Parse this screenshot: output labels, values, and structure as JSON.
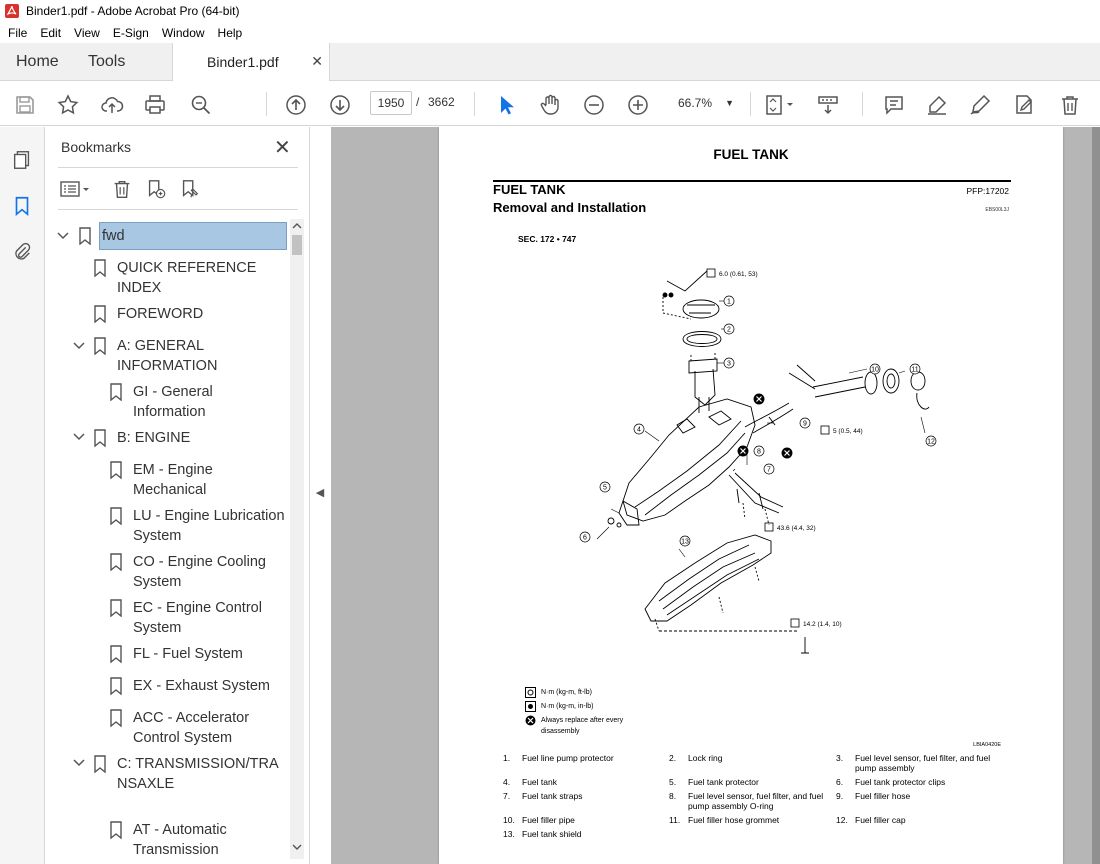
{
  "window": {
    "title": "Binder1.pdf - Adobe Acrobat Pro (64-bit)"
  },
  "menu": [
    "File",
    "Edit",
    "View",
    "E-Sign",
    "Window",
    "Help"
  ],
  "tabs": {
    "home": "Home",
    "tools": "Tools",
    "doc": "Binder1.pdf"
  },
  "toolbar": {
    "page_current": "1950",
    "page_sep": "/",
    "page_total": "3662",
    "zoom": "66.7%"
  },
  "bookmarks": {
    "title": "Bookmarks",
    "items": [
      {
        "label": "fwd",
        "level": 0,
        "expanded": true,
        "selected": true
      },
      {
        "label": "QUICK REFERENCE INDEX",
        "level": 1
      },
      {
        "label": "FOREWORD",
        "level": 1
      },
      {
        "label": "A: GENERAL INFORMATION",
        "level": 1,
        "expanded": true
      },
      {
        "label": "GI - General Information",
        "level": 2
      },
      {
        "label": "B: ENGINE",
        "level": 1,
        "expanded": true
      },
      {
        "label": "EM - Engine Mechanical",
        "level": 2
      },
      {
        "label": "LU - Engine Lubrication System",
        "level": 2
      },
      {
        "label": "CO - Engine Cooling System",
        "level": 2
      },
      {
        "label": "EC - Engine Control System",
        "level": 2
      },
      {
        "label": "FL - Fuel System",
        "level": 2
      },
      {
        "label": "EX - Exhaust System",
        "level": 2
      },
      {
        "label": "ACC - Accelerator Control System",
        "level": 2
      },
      {
        "label": "C: TRANSMISSION/TRANSAXLE",
        "level": 1,
        "expanded": true
      },
      {
        "label": "AT - Automatic Transmission",
        "level": 2
      }
    ]
  },
  "document": {
    "header": "FUEL TANK",
    "section_title": "FUEL TANK",
    "subtitle": "Removal and Installation",
    "pfp": "PFP:17202",
    "code": "EBS00L3J",
    "sec": "SEC. 172 • 747",
    "diagram_code": "LBIA0420E",
    "torque_labels": [
      "6.0 (0.61, 53)",
      "5 (0.5, 44)",
      "43.6 (4.4, 32)",
      "14.2 (1.4, 10)"
    ],
    "callouts": [
      "1",
      "2",
      "3",
      "4",
      "5",
      "6",
      "7",
      "8",
      "9",
      "10",
      "11",
      "12",
      "13"
    ],
    "legend": [
      "N·m (kg-m, ft-lb)",
      "N·m (kg-m, in-lb)",
      "Always replace after every disassembly"
    ],
    "parts": [
      {
        "num": "1.",
        "name": "Fuel line pump protector"
      },
      {
        "num": "2.",
        "name": "Lock ring"
      },
      {
        "num": "3.",
        "name": "Fuel level sensor, fuel filter, and fuel pump assembly"
      },
      {
        "num": "4.",
        "name": "Fuel tank"
      },
      {
        "num": "5.",
        "name": "Fuel tank protector"
      },
      {
        "num": "6.",
        "name": "Fuel tank protector clips"
      },
      {
        "num": "7.",
        "name": "Fuel tank straps"
      },
      {
        "num": "8.",
        "name": "Fuel level sensor, fuel filter, and fuel pump assembly O-ring"
      },
      {
        "num": "9.",
        "name": "Fuel filler hose"
      },
      {
        "num": "10.",
        "name": "Fuel filler pipe"
      },
      {
        "num": "11.",
        "name": "Fuel filler hose grommet"
      },
      {
        "num": "12.",
        "name": "Fuel filler cap"
      },
      {
        "num": "13.",
        "name": "Fuel tank shield"
      }
    ]
  },
  "colors": {
    "accent": "#1473e6",
    "selection": "#a7c7e2",
    "app_red": "#d9312b"
  }
}
